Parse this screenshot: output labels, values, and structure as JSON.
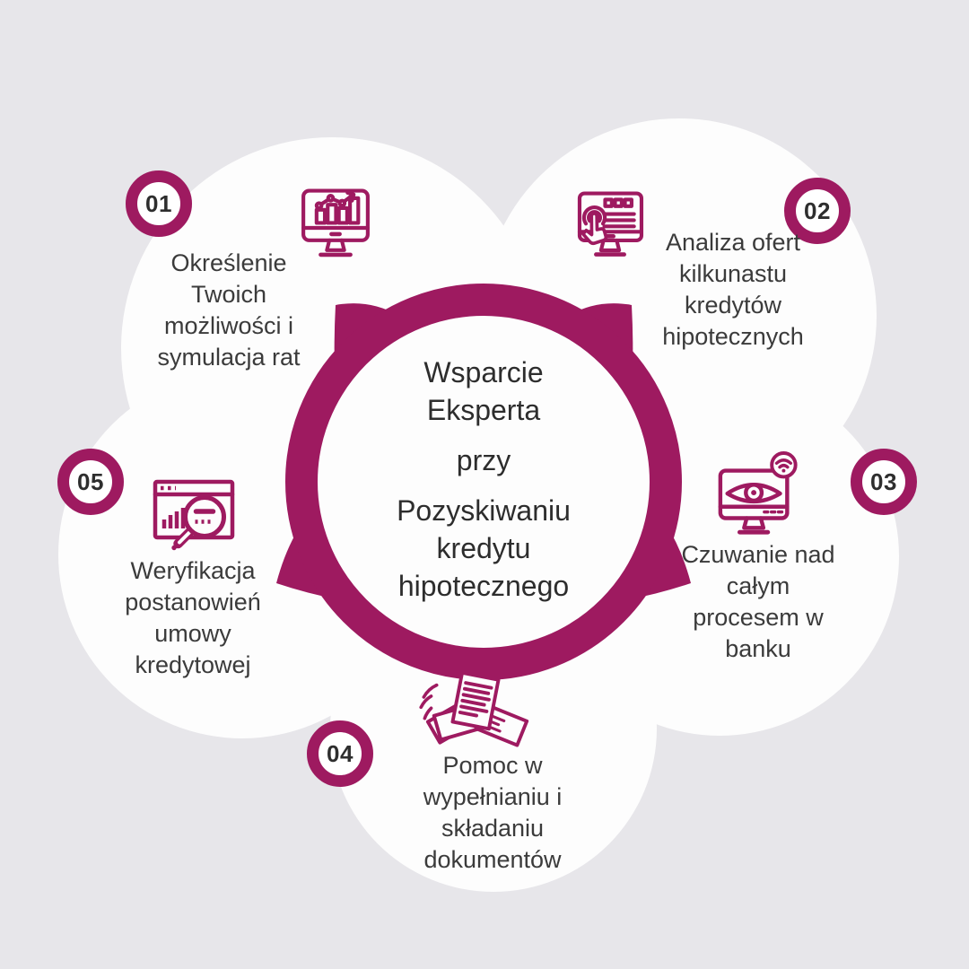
{
  "title": "Wsparcie Eksperta przy Pozyskiwaniu kredytu hipotecznego",
  "colors": {
    "background": "#e7e6ea",
    "petal": "#fdfdfd",
    "accent": "#9e1a60",
    "center_text": "#2d2d2d",
    "step_text": "#3b3b3b",
    "badge_number": "#2e2e2e"
  },
  "center": {
    "para1": "Wsparcie\nEksperta",
    "para2": "przy",
    "para3": "Pozyskiwaniu\nkredytu\nhipotecznego"
  },
  "steps": [
    {
      "number": "01",
      "icon": "monitor-bar-chart-icon",
      "text": "Określenie\nTwoich\nmożliwości i\nsymulacja rat"
    },
    {
      "number": "02",
      "icon": "monitor-cursor-click-icon",
      "text": "Analiza ofert\nkilkunastu\nkredytów\nhipotecznych"
    },
    {
      "number": "03",
      "icon": "monitor-eye-wifi-icon",
      "text": "Czuwanie nad\ncałym\nprocesem w\nbanku"
    },
    {
      "number": "04",
      "icon": "stacked-documents-icon",
      "text": "Pomoc w\nwypełnianiu i\nskładaniu\ndokumentów"
    },
    {
      "number": "05",
      "icon": "report-magnifier-icon",
      "text": "Weryfikacja\npostanowień\numowy\nkredytowej"
    }
  ]
}
